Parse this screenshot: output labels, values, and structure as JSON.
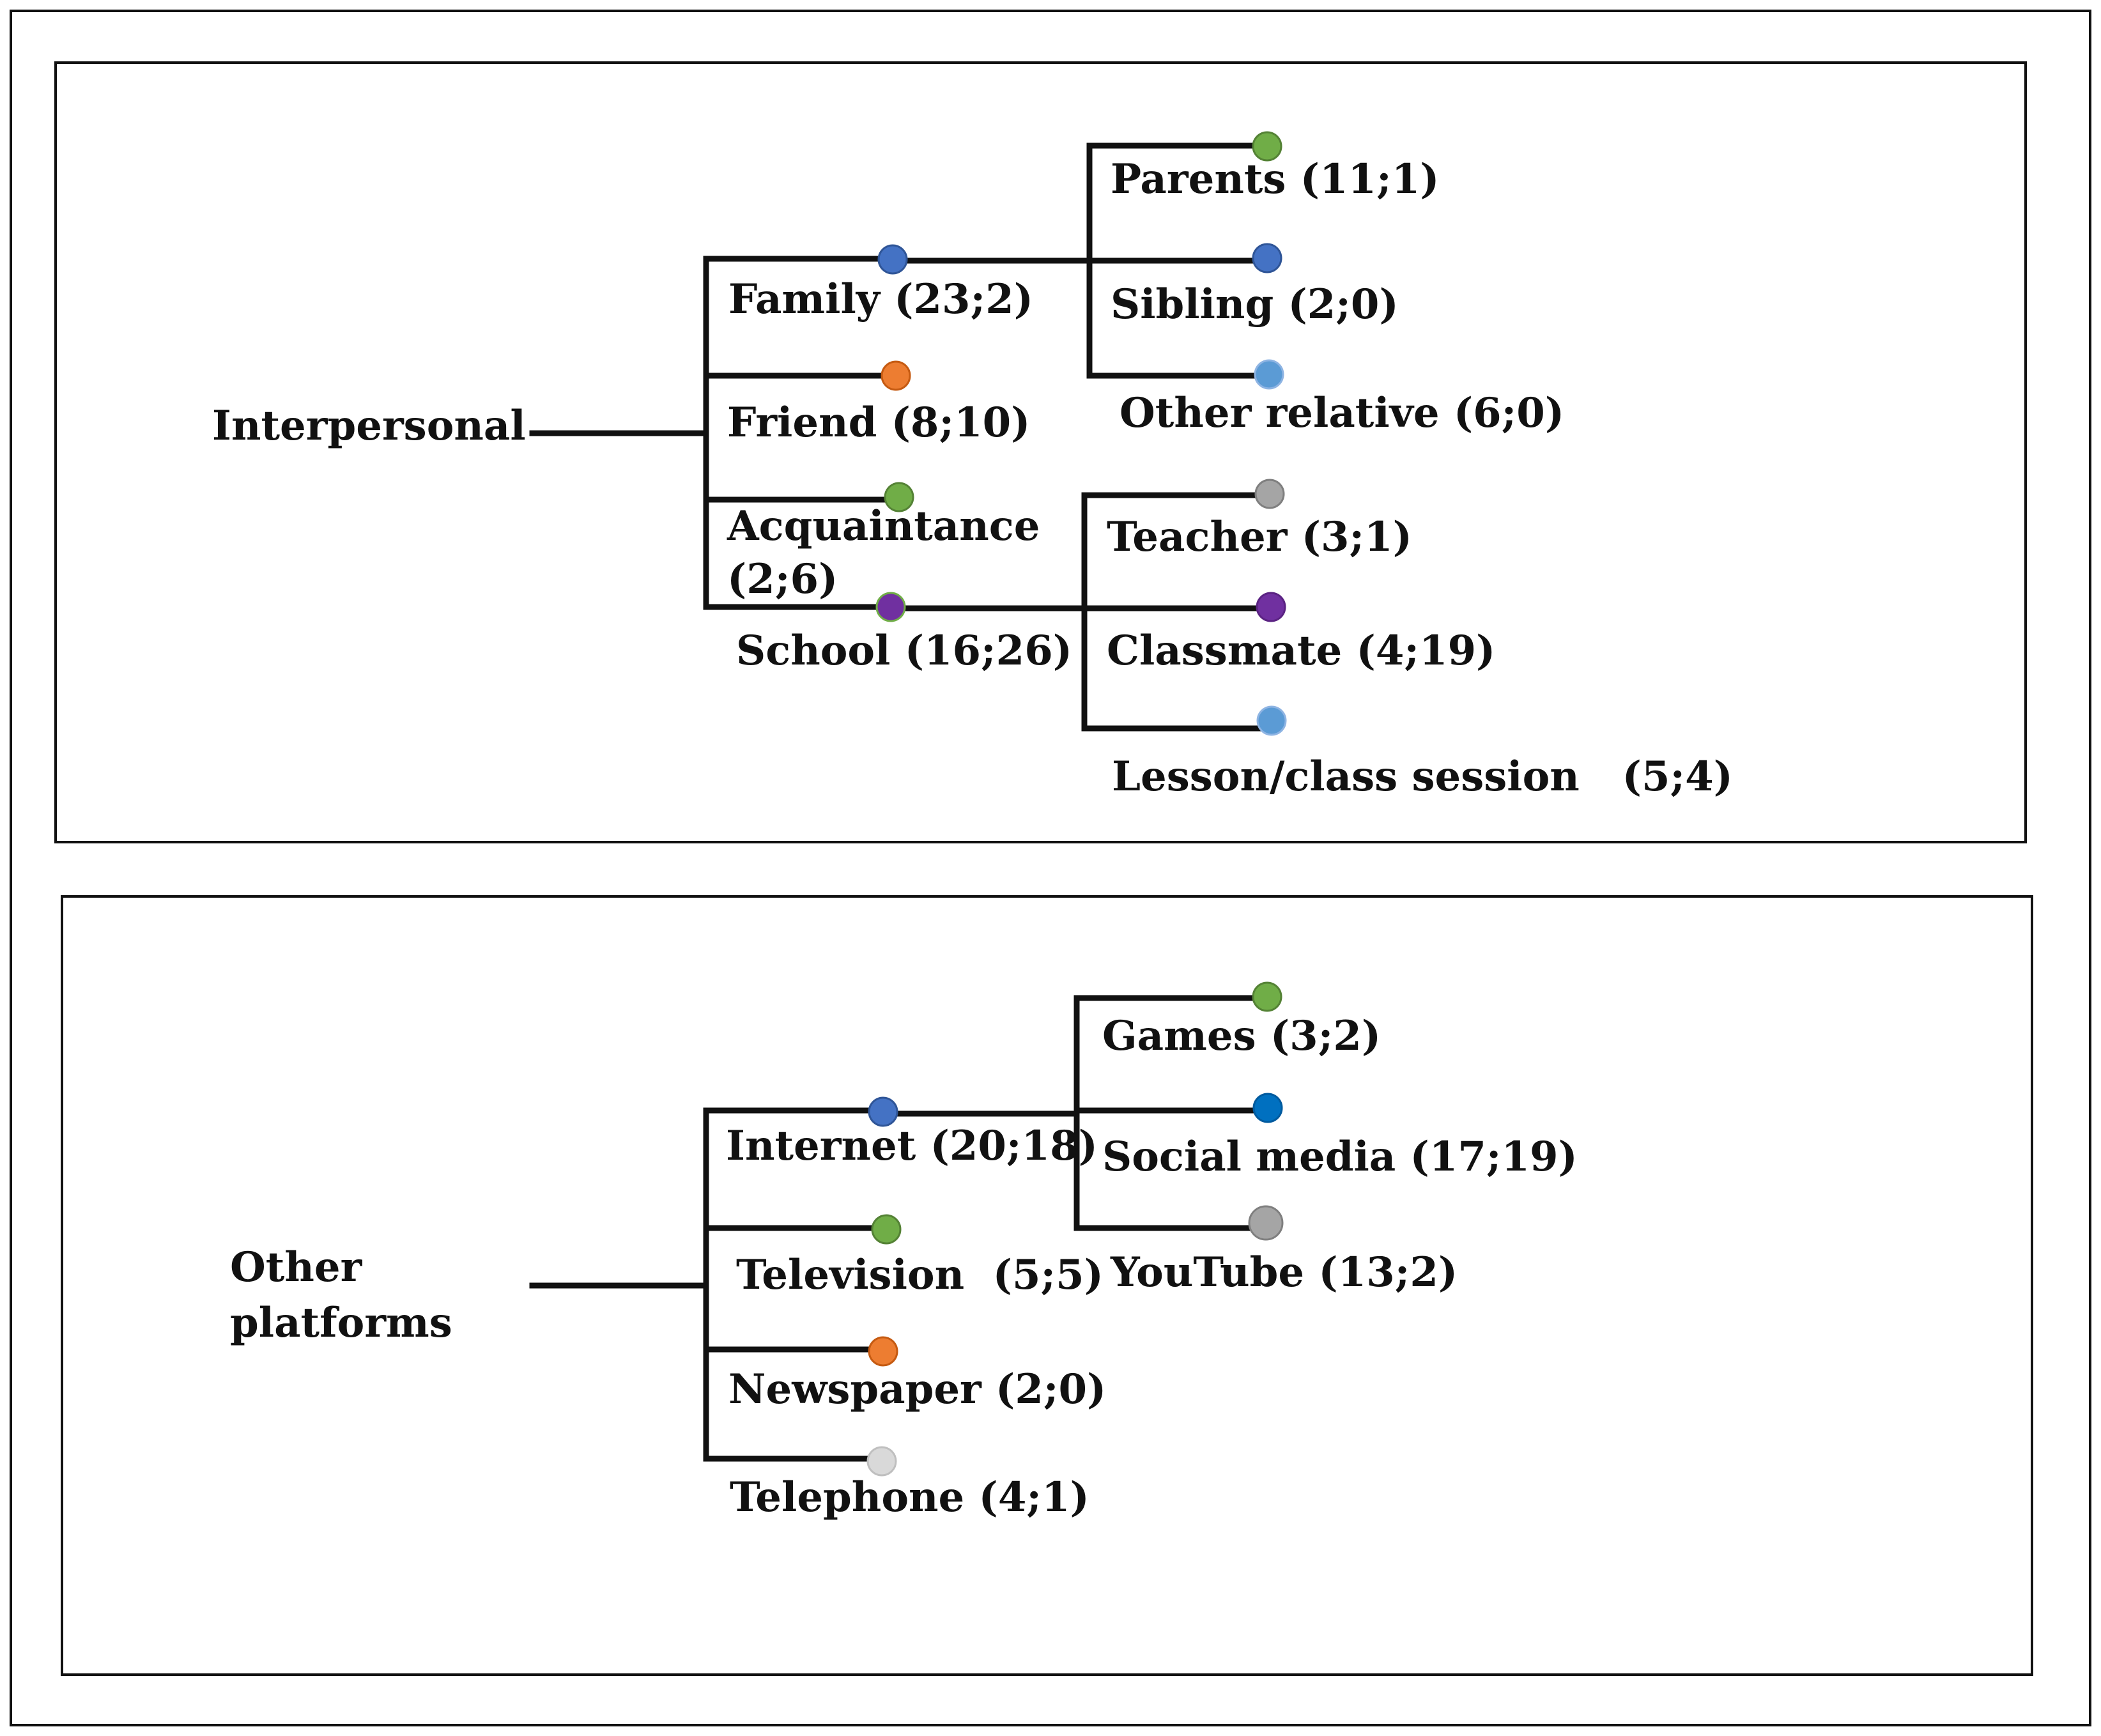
{
  "colors": {
    "dark_blue": "#4472C4",
    "orange": "#ED7D31",
    "green": "#70AD47",
    "purple": "#7030A0",
    "light_blue": "#5B9BD5",
    "gray": "#A5A5A5",
    "light_gray": "#D9D9D9",
    "bright_blue": "#0070C0"
  },
  "interpersonal": {
    "root_label": "Interpersonal",
    "family": "Family (23;2)",
    "friend": "Friend (8;10)",
    "acquaintance_line1": "Acquaintance",
    "acquaintance_line2": "(2;6)",
    "school": "School (16;26)",
    "parents": "Parents (11;1)",
    "sibling": "Sibling (2;0)",
    "other_relative": "Other relative (6;0)",
    "teacher": "Teacher (3;1)",
    "classmate": "Classmate (4;19)",
    "lesson": "Lesson/class session   (5;4)"
  },
  "platforms": {
    "root_line1": "Other",
    "root_line2": "platforms",
    "internet": "Internet (20;18)",
    "television": "Television  (5;5)",
    "newspaper": "Newspaper (2;0)",
    "telephone": "Telephone (4;1)",
    "games": "Games (3;2)",
    "social_media": "Social media (17;19)",
    "youtube": "YouTube (13;2)"
  }
}
